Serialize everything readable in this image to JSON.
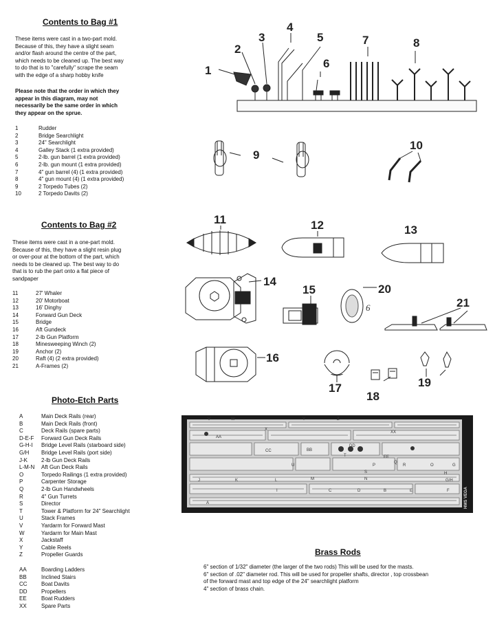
{
  "bag1": {
    "title": "Contents to Bag #1",
    "intro": [
      "These items were cast in a two-part mold.",
      "Because of this, they have a slight seam",
      "and/or flash around the centre of the part,",
      "which needs to be cleaned up. The best way",
      "to do that is to \"carefully\" scrape the seam",
      "with the edge of a sharp hobby knife"
    ],
    "note": [
      "Please note that the order in which they",
      "appear in this diagram, may not",
      "necessarily be the same order in which",
      "they appear on the sprue."
    ],
    "items": [
      {
        "n": "1",
        "t": "Rudder"
      },
      {
        "n": "2",
        "t": "Bridge Searchlight"
      },
      {
        "n": "3",
        "t": "24\" Searchlight"
      },
      {
        "n": "4",
        "t": "Galley Stack (1 extra provided)"
      },
      {
        "n": "5",
        "t": "2-lb. gun barrel  (1 extra provided)"
      },
      {
        "n": "6",
        "t": "2-lb. gun mount  (1 extra provided)"
      },
      {
        "n": "7",
        "t": "4\" gun barrel (4)  (1 extra provided)"
      },
      {
        "n": "8",
        "t": "4\" gun mount  (4) (1 extra provided)"
      },
      {
        "n": "9",
        "t": "2 Torpedo Tubes (2)"
      },
      {
        "n": "10",
        "t": "2 Torpedo Davits (2)"
      }
    ]
  },
  "bag2": {
    "title": "Contents to Bag #2",
    "intro": [
      "These items were cast in a one-part mold.",
      "Because of this, they have a slight resin plug",
      "or over-pour at the bottom of the part, which",
      "needs to be cleaned up. The best way to do",
      "that is to rub the part onto a flat piece of",
      "sandpaper"
    ],
    "items": [
      {
        "n": "11",
        "t": "27' Whaler"
      },
      {
        "n": "12",
        "t": "20' Motorboat"
      },
      {
        "n": "13",
        "t": "16' Dinghy"
      },
      {
        "n": "14",
        "t": "Forward Gun Deck"
      },
      {
        "n": "15",
        "t": "Bridge"
      },
      {
        "n": "16",
        "t": "Aft Gundeck"
      },
      {
        "n": "17",
        "t": "2-lb Gun Platform"
      },
      {
        "n": "18",
        "t": "Minesweeping Winch  (2)"
      },
      {
        "n": "19",
        "t": "Anchor (2)"
      },
      {
        "n": "20",
        "t": "Raft (4) (2 extra provided)"
      },
      {
        "n": "21",
        "t": "A-Frames (2)"
      }
    ]
  },
  "photoetch": {
    "title": "Photo-Etch Parts",
    "items": [
      {
        "n": "A",
        "t": "Main Deck Rails  (rear)"
      },
      {
        "n": "B",
        "t": "Main Deck Rails  (front)"
      },
      {
        "n": "C",
        "t": "Deck Rails  (spare parts)"
      },
      {
        "n": "D-E-F",
        "t": "Forward Gun Deck Rails"
      },
      {
        "n": "G-H-I",
        "t": "Bridge Level Rails  (starboard side)"
      },
      {
        "n": "G/H",
        "t": "Bridge Level Rails  (port side)"
      },
      {
        "n": "J-K",
        "t": "2-lb Gun Deck Rails"
      },
      {
        "n": "L-M-N",
        "t": "Aft Gun Deck Rails"
      },
      {
        "n": "O",
        "t": "Torpedo Railings  (1 extra provided)"
      },
      {
        "n": "P",
        "t": "Carpenter Storage"
      },
      {
        "n": "Q",
        "t": "2-lb Gun Handwheels"
      },
      {
        "n": "R",
        "t": "4\" Gun Turrets"
      },
      {
        "n": "S",
        "t": "Director"
      },
      {
        "n": "T",
        "t": "Tower & Platform for 24\" Searchlight"
      },
      {
        "n": "U",
        "t": "Stack Frames"
      },
      {
        "n": "V",
        "t": "Yardarm for Forward Mast"
      },
      {
        "n": "W",
        "t": "Yardarm for Main Mast"
      },
      {
        "n": "X",
        "t": "Jackstaff"
      },
      {
        "n": "Y",
        "t": "Cable Reels"
      },
      {
        "n": "Z",
        "t": "Propeller Guards"
      }
    ],
    "items2": [
      {
        "n": "AA",
        "t": "Boarding Ladders"
      },
      {
        "n": "BB",
        "t": "Inclined Stairs"
      },
      {
        "n": "CC",
        "t": "Boat Davits"
      },
      {
        "n": "DD",
        "t": "Propellers"
      },
      {
        "n": "EE",
        "t": "Boat Rudders"
      },
      {
        "n": "XX",
        "t": "Spare Parts"
      }
    ],
    "fret_side_text": "HMS VEGA",
    "fret_labels": [
      "V",
      "W",
      "Y",
      "Z",
      "AA",
      "X",
      "XX",
      "BB",
      "CC",
      "DD",
      "EE",
      "G",
      "G/H",
      "J",
      "K",
      "L",
      "M",
      "N",
      "O",
      "P",
      "Q",
      "R",
      "S",
      "T",
      "U",
      "A",
      "B",
      "C",
      "D",
      "E",
      "F",
      "H",
      "I"
    ]
  },
  "brass": {
    "title": "Brass Rods",
    "lines": [
      "6\" section of 1/32\" diameter  (the larger of the two rods)   This will be used for the masts.",
      "6\" section of .02\" diameter rod.  This will be used for propeller shafts, director , top crossbean",
      "of the forward mast and top edge of the 24\" searchlight platform",
      "4\" section of brass chain."
    ]
  },
  "callouts": [
    "1",
    "2",
    "3",
    "4",
    "5",
    "6",
    "7",
    "8",
    "9",
    "10",
    "11",
    "12",
    "13",
    "14",
    "15",
    "16",
    "17",
    "18",
    "19",
    "20",
    "21"
  ],
  "handwritten": "6"
}
